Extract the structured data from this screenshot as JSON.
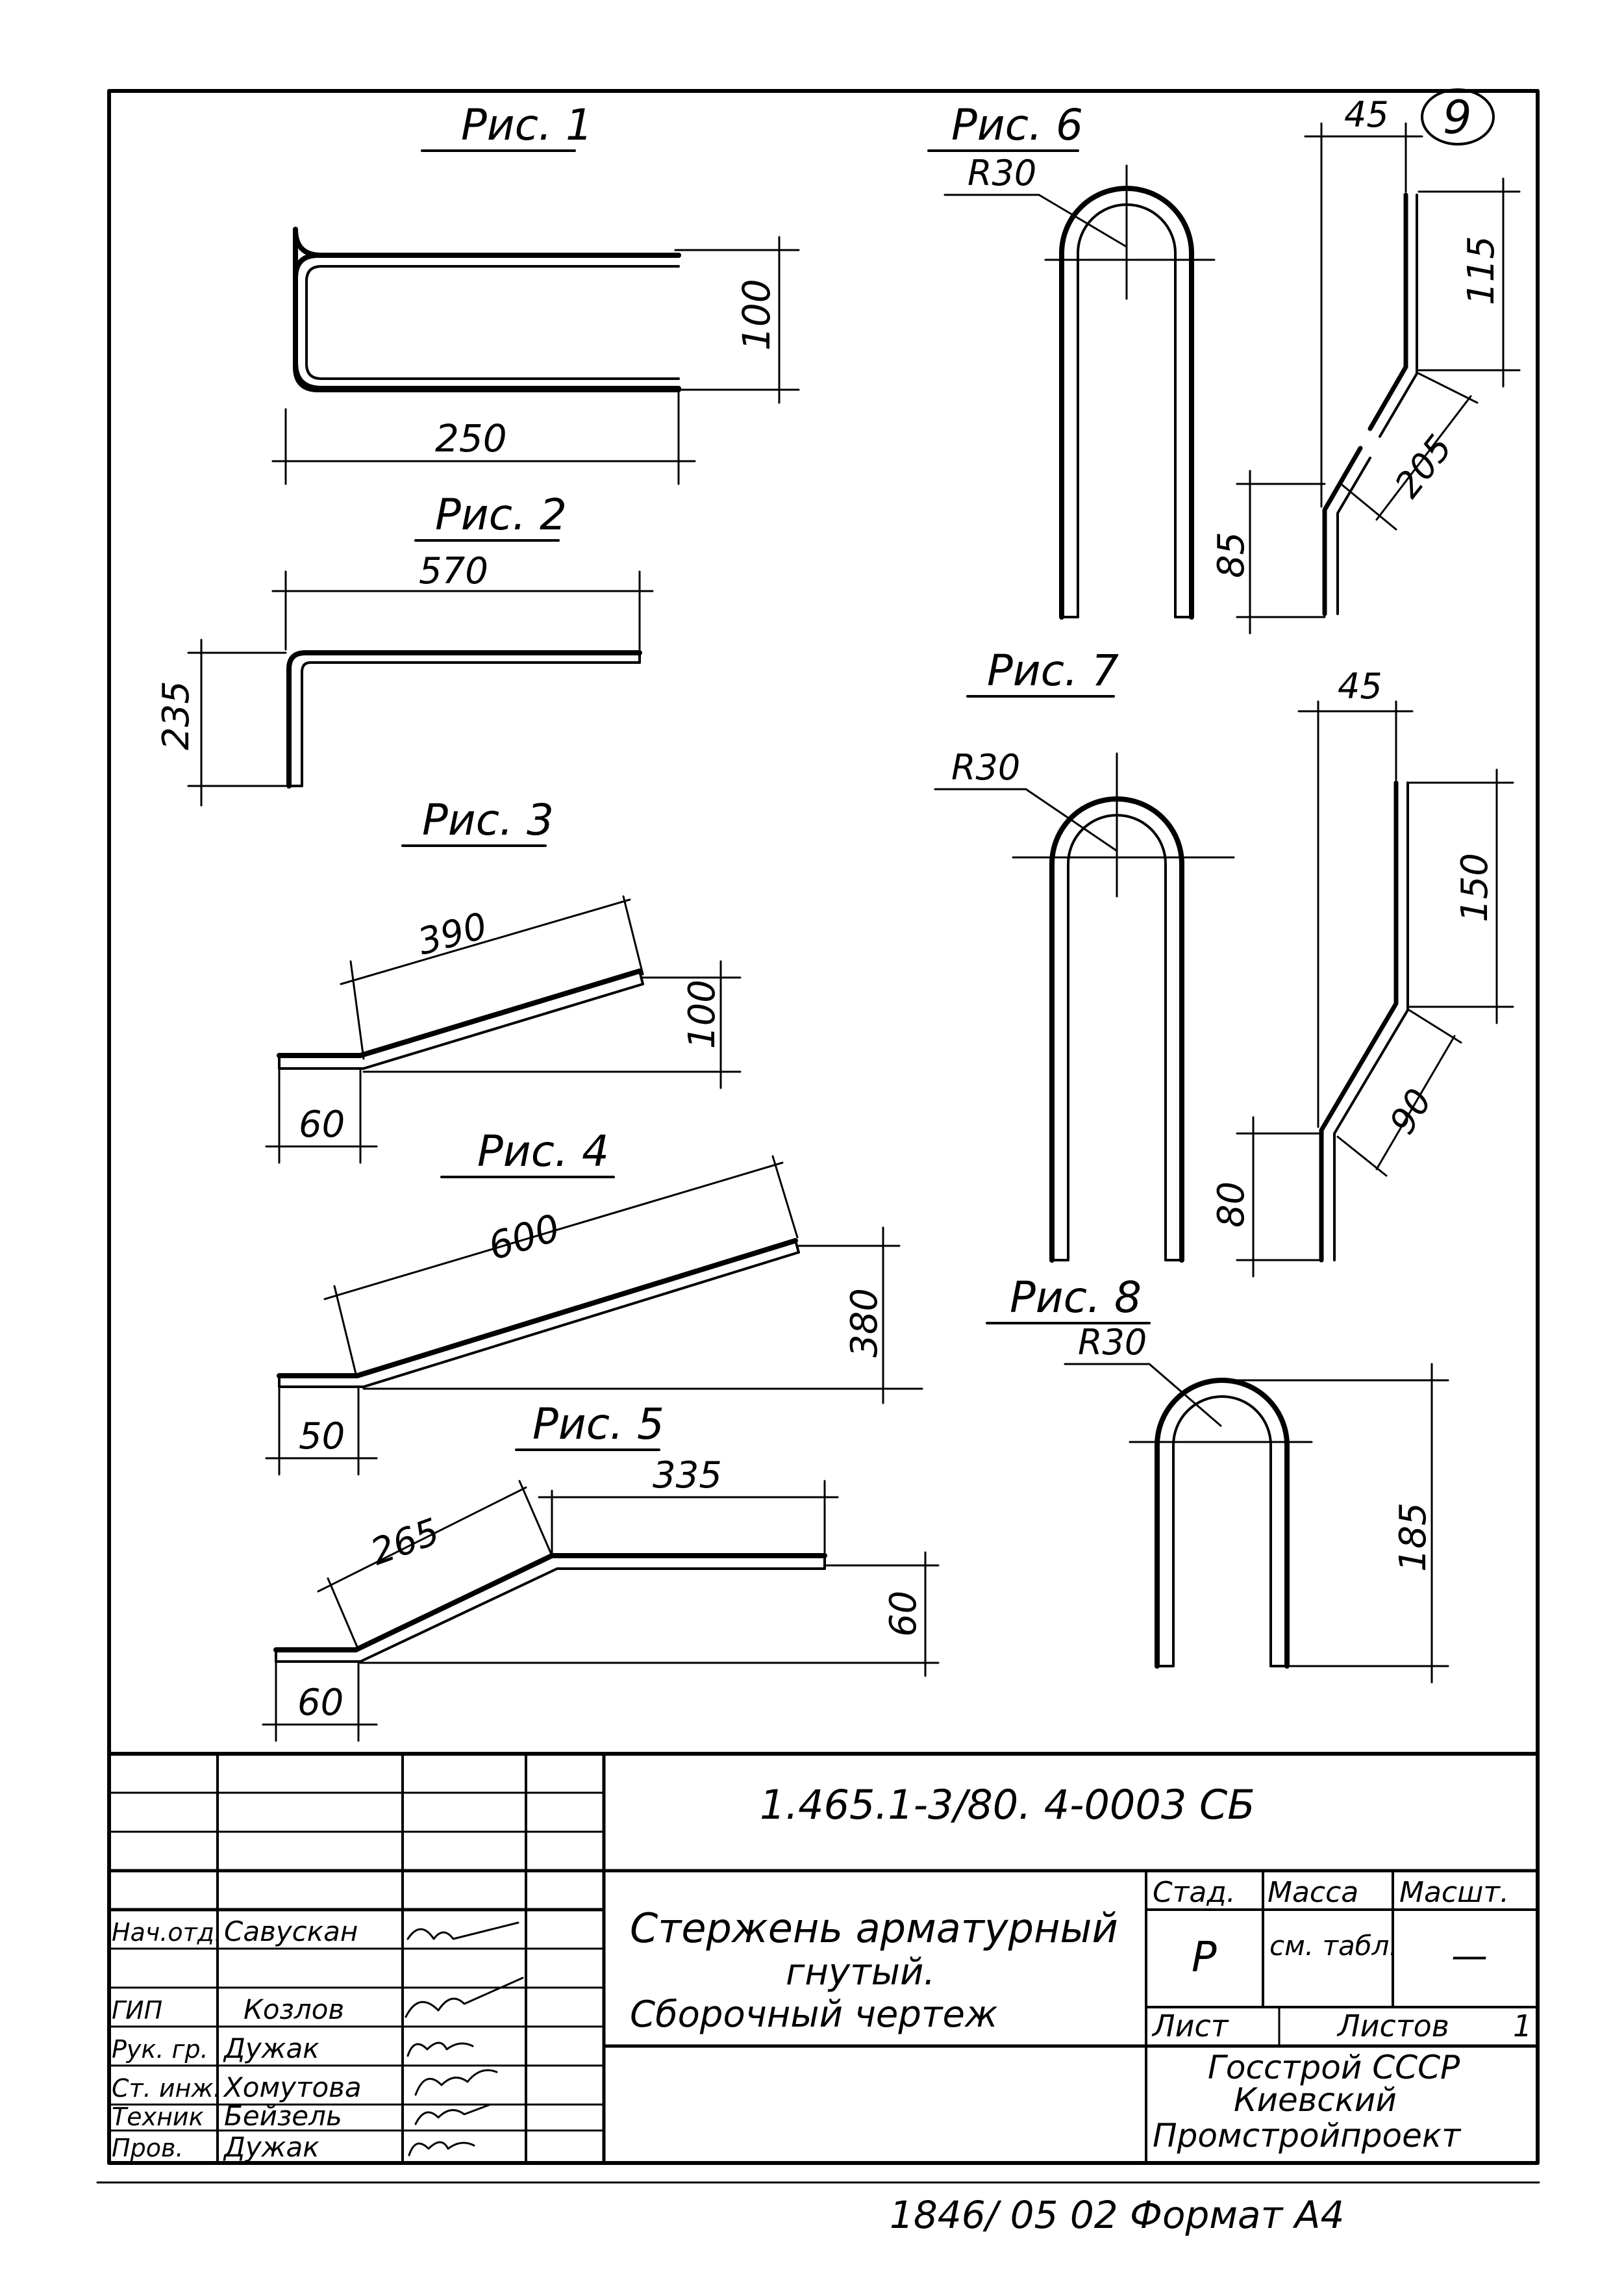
{
  "sheet_number": "9",
  "figures": {
    "fig1": {
      "title": "Рис. 1",
      "dims": [
        "100",
        "250"
      ]
    },
    "fig2": {
      "title": "Рис. 2",
      "dims": [
        "570",
        "235"
      ]
    },
    "fig3": {
      "title": "Рис. 3",
      "dims": [
        "390",
        "100",
        "60"
      ]
    },
    "fig4": {
      "title": "Рис. 4",
      "dims": [
        "600",
        "380",
        "50"
      ]
    },
    "fig5": {
      "title": "Рис. 5",
      "dims": [
        "265",
        "335",
        "60",
        "60"
      ]
    },
    "fig6": {
      "title": "Рис. 6",
      "dims": [
        "R30",
        "45",
        "115",
        "205",
        "85"
      ]
    },
    "fig7": {
      "title": "Рис. 7",
      "dims": [
        "R30",
        "45",
        "150",
        "90",
        "80"
      ]
    },
    "fig8": {
      "title": "Рис. 8",
      "dims": [
        "R30",
        "185"
      ]
    }
  },
  "title_block": {
    "doc_code": "1.465.1-3/80. 4-0003 СБ",
    "title_lines": [
      "Стержень арматурный",
      "гнутый.",
      "Сборочный чертеж"
    ],
    "stage_header": "Стад.",
    "mass_header": "Масса",
    "scale_header": "Масшт.",
    "stage_value": "Р",
    "mass_value": "см. табл.",
    "scale_value": "—",
    "sheet_label": "Лист",
    "sheets_label": "Листов",
    "sheets_value": "1",
    "organization_lines": [
      "Госстрой СССР",
      "Киевский",
      "Промстройпроект"
    ],
    "signatures": [
      {
        "role": "Нач.отд.",
        "name": "Савускан"
      },
      {
        "role": "ГИП",
        "name": "Козлов"
      },
      {
        "role": "Рук. гр.",
        "name": "Дужак"
      },
      {
        "role": "Ст. инж.",
        "name": "Хомутова"
      },
      {
        "role": "Техник",
        "name": "Бейзель"
      },
      {
        "role": "Пров.",
        "name": "Дужак"
      }
    ]
  },
  "footer_text": "1846/ 05   02   Формат А4"
}
